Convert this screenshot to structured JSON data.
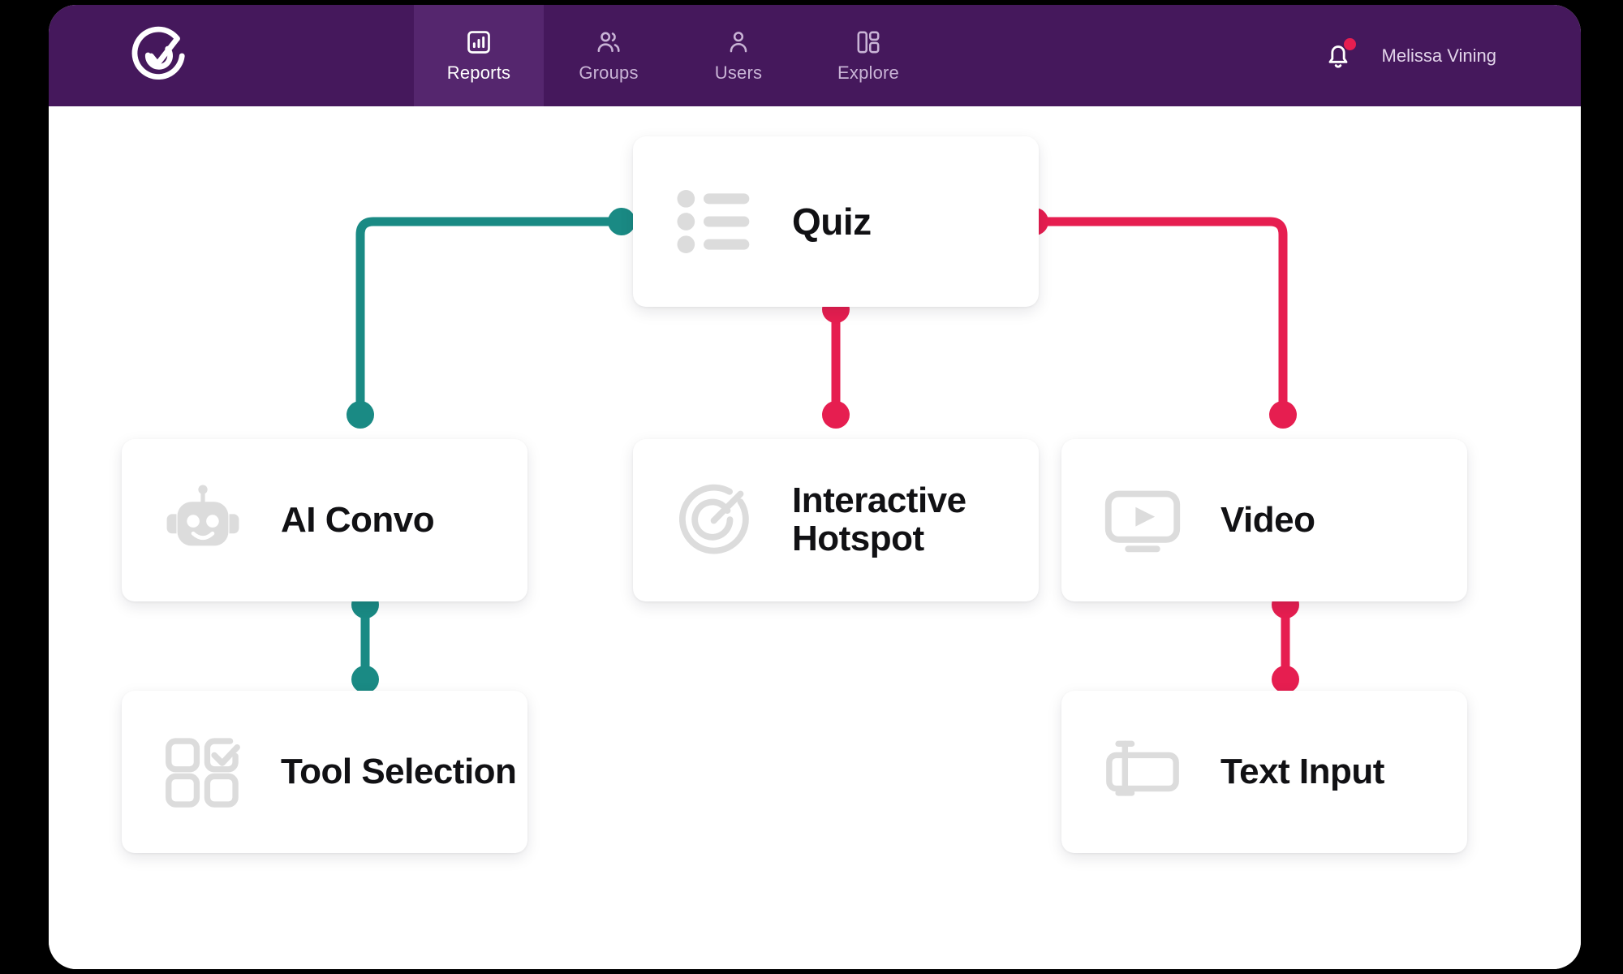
{
  "app": {
    "logo_icon": "check-circle-logo-icon",
    "header_bg": "#45185c",
    "active_tab_bg": "#55266e"
  },
  "header": {
    "nav": [
      {
        "id": "reports",
        "label": "Reports",
        "icon": "bar-chart-icon",
        "active": true
      },
      {
        "id": "groups",
        "label": "Groups",
        "icon": "users-group-icon",
        "active": false
      },
      {
        "id": "users",
        "label": "Users",
        "icon": "user-icon",
        "active": false
      },
      {
        "id": "explore",
        "label": "Explore",
        "icon": "dashboard-layout-icon",
        "active": false
      }
    ],
    "notifications": {
      "icon": "bell-icon",
      "has_unread": true,
      "badge_color": "#e61e50"
    },
    "user": {
      "name": "Melissa Vining"
    }
  },
  "flow": {
    "teal": "#1a8a84",
    "pink": "#e61e50",
    "nodes": [
      {
        "id": "quiz",
        "label": "Quiz",
        "icon": "bullet-list-icon"
      },
      {
        "id": "ai-convo",
        "label": "AI Convo",
        "icon": "robot-icon"
      },
      {
        "id": "hotspot",
        "label": "Interactive Hotspot",
        "icon": "target-arrow-icon"
      },
      {
        "id": "video",
        "label": "Video",
        "icon": "video-player-icon"
      },
      {
        "id": "tool-select",
        "label": "Tool Selection",
        "icon": "checkbox-grid-icon"
      },
      {
        "id": "text-input",
        "label": "Text Input",
        "icon": "text-field-icon"
      }
    ],
    "connections": [
      {
        "from": "quiz",
        "to": "ai-convo",
        "color": "#1a8a84"
      },
      {
        "from": "ai-convo",
        "to": "tool-select",
        "color": "#1a8a84"
      },
      {
        "from": "quiz",
        "to": "hotspot",
        "color": "#e61e50"
      },
      {
        "from": "quiz",
        "to": "video",
        "color": "#e61e50"
      },
      {
        "from": "video",
        "to": "text-input",
        "color": "#e61e50"
      }
    ]
  }
}
